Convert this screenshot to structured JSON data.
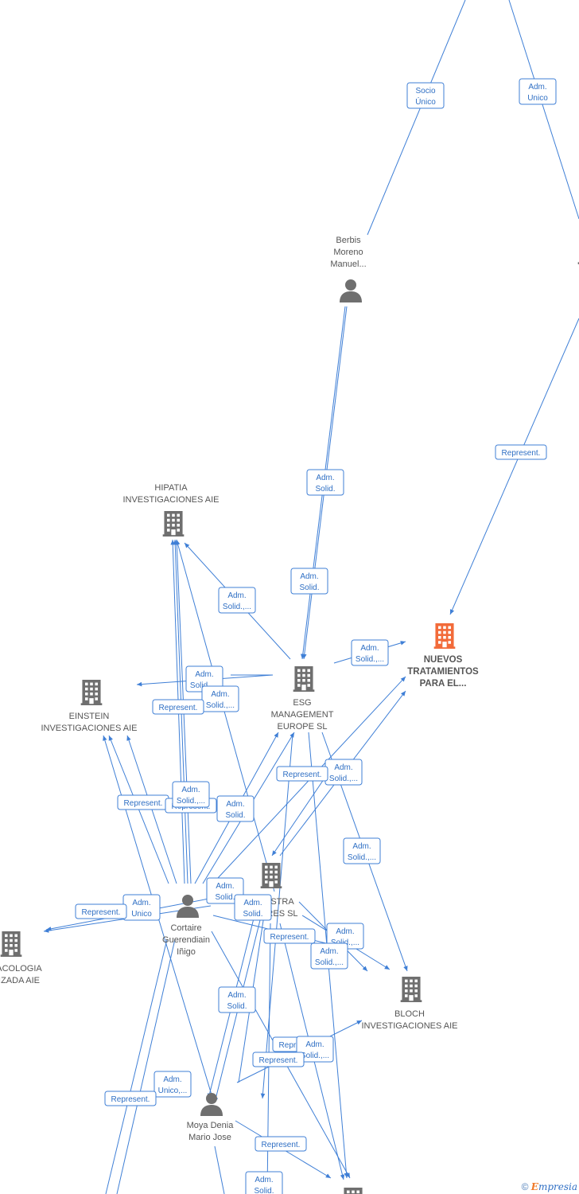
{
  "colors": {
    "edge": "#3f7fd6",
    "label_text": "#2f6fc4",
    "node_default": "#6f6f6f",
    "node_highlight": "#f26b3a",
    "node_text": "#555555"
  },
  "nodes": [
    {
      "id": "berbis",
      "type": "person",
      "lines": [
        "Berbis",
        "Moreno",
        "Manuel..."
      ],
      "highlight": false
    },
    {
      "id": "hipatia",
      "type": "company",
      "lines": [
        "HIPATIA",
        "INVESTIGACIONES AIE"
      ],
      "highlight": false
    },
    {
      "id": "einstein",
      "type": "company",
      "lines": [
        "EINSTEIN",
        "INVESTIGACIONES AIE"
      ],
      "highlight": false
    },
    {
      "id": "esg",
      "type": "company",
      "lines": [
        "ESG",
        "MANAGEMENT",
        "EUROPE  SL"
      ],
      "highlight": false
    },
    {
      "id": "nuevos",
      "type": "company",
      "lines": [
        "NUEVOS",
        "TRATAMIENTOS",
        "PARA EL..."
      ],
      "highlight": true
    },
    {
      "id": "farma",
      "type": "company",
      "lines": [
        "ACOLOGIA",
        "IZADA AIE"
      ],
      "highlight": false
    },
    {
      "id": "cortaire",
      "type": "person",
      "lines": [
        "Cortaire",
        "Guerendiain",
        "Iñigo"
      ],
      "highlight": false
    },
    {
      "id": "stra",
      "type": "company",
      "lines": [
        "STRA",
        "RES  SL"
      ],
      "highlight": false
    },
    {
      "id": "bloch",
      "type": "company",
      "lines": [
        "BLOCH",
        "INVESTIGACIONES AIE"
      ],
      "highlight": false
    },
    {
      "id": "moya",
      "type": "person",
      "lines": [
        "Moya Denia",
        "Mario Jose"
      ],
      "highlight": false
    },
    {
      "id": "bottom",
      "type": "company",
      "lines": [],
      "highlight": false
    },
    {
      "id": "right_partial",
      "type": "company",
      "lines": [],
      "highlight": false
    }
  ],
  "edge_labels": [
    {
      "lines": [
        "Socio",
        "Único"
      ]
    },
    {
      "lines": [
        "Adm.",
        "Unico"
      ]
    },
    {
      "lines": [
        "Represent."
      ]
    },
    {
      "lines": [
        "Adm.",
        "Solid."
      ]
    },
    {
      "lines": [
        "Adm.",
        "Solid."
      ]
    },
    {
      "lines": [
        "Adm.",
        "Solid.,..."
      ]
    },
    {
      "lines": [
        "Adm.",
        "Solid.,..."
      ]
    },
    {
      "lines": [
        "Adm.",
        "Solid.,..."
      ]
    },
    {
      "lines": [
        "Adm.",
        "Solid.,..."
      ]
    },
    {
      "lines": [
        "Represent."
      ]
    },
    {
      "lines": [
        "Represent."
      ]
    },
    {
      "lines": [
        "Adm.",
        "Solid.,..."
      ]
    },
    {
      "lines": [
        "Adm.",
        "Solid.,..."
      ]
    },
    {
      "lines": [
        "Adm.",
        "Solid."
      ]
    },
    {
      "lines": [
        "Represent."
      ]
    },
    {
      "lines": [
        "Adm.",
        "Solid.,..."
      ]
    },
    {
      "lines": [
        "Represent."
      ]
    },
    {
      "lines": [
        "Adm.",
        "Unico"
      ]
    },
    {
      "lines": [
        "Represent."
      ]
    },
    {
      "lines": [
        "Adm.",
        "Solid."
      ]
    },
    {
      "lines": [
        "Adm.",
        "Solid."
      ]
    },
    {
      "lines": [
        "Represent."
      ]
    },
    {
      "lines": [
        "Adm.",
        "Solid.,..."
      ]
    },
    {
      "lines": [
        "Adm.",
        "Solid.,..."
      ]
    },
    {
      "lines": [
        "Adm.",
        "Solid."
      ]
    },
    {
      "lines": [
        "Represent."
      ]
    },
    {
      "lines": [
        "Adm.",
        "Solid.,..."
      ]
    },
    {
      "lines": [
        "Represent."
      ]
    },
    {
      "lines": [
        "Adm.",
        "Unico,..."
      ]
    },
    {
      "lines": [
        "Represent."
      ]
    },
    {
      "lines": [
        "Represent."
      ]
    },
    {
      "lines": [
        "Adm.",
        "Solid."
      ]
    }
  ],
  "footer": {
    "copyright": "©",
    "brand_initial": "E",
    "brand_rest": "mpresia"
  }
}
